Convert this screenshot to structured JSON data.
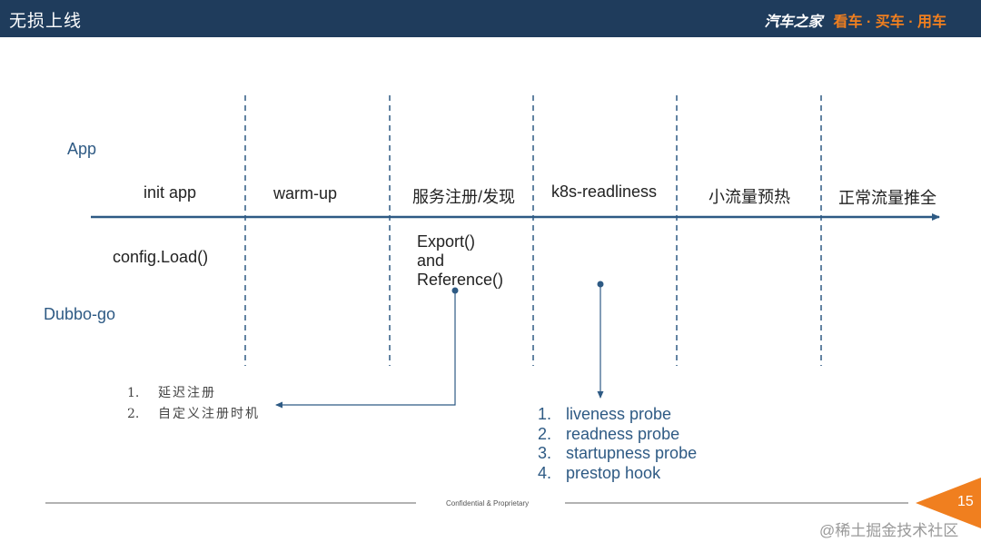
{
  "header": {
    "title": "无损上线",
    "brand_name": "汽车之家",
    "brand_slogan": "看车 · 买车 · 用车"
  },
  "row_labels": {
    "app": "App",
    "dubbo": "Dubbo-go"
  },
  "stages": [
    "init app",
    "warm-up",
    "服务注册/发现",
    "k8s-readliness",
    "小流量预热",
    "正常流量推全"
  ],
  "dubbo_actions": {
    "config": "config.Load()",
    "export": "Export()",
    "and": "and",
    "reference": "Reference()"
  },
  "registration_notes": [
    {
      "num": "1.",
      "text": "延迟注册"
    },
    {
      "num": "2.",
      "text": "自定义注册时机"
    }
  ],
  "probes": [
    {
      "num": "1.",
      "text": "liveness probe"
    },
    {
      "num": "2.",
      "text": "readness probe"
    },
    {
      "num": "3.",
      "text": "startupness probe"
    },
    {
      "num": "4.",
      "text": "prestop hook"
    }
  ],
  "footer": {
    "confidential": "Confidential & Proprietary",
    "page": "15"
  },
  "watermark": "@稀土掘金技术社区",
  "colors": {
    "header_bg": "#1f3c5c",
    "brand_orange": "#f07f1f",
    "axis_blue": "#2e5a84",
    "line_gray": "#555555"
  }
}
